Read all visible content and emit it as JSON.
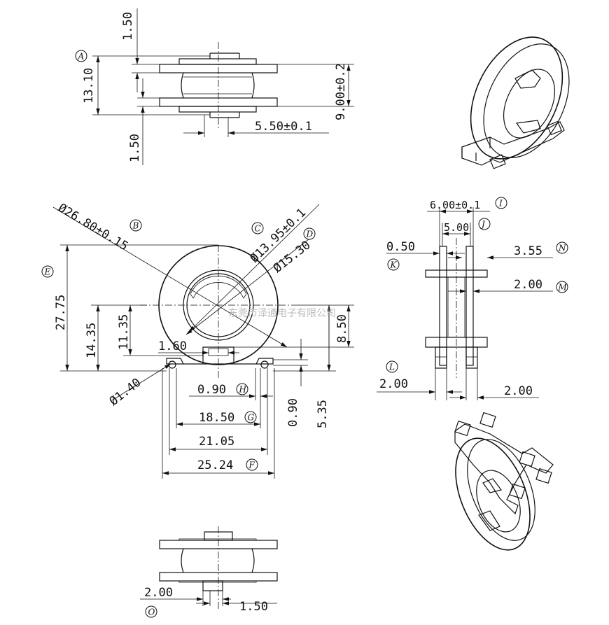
{
  "dimensions": {
    "top_view": {
      "d_1_50_top": "1.50",
      "d_13_10": "13.10",
      "d_1_50_bottom": "1.50",
      "d_9_00": "9.00±0.2",
      "d_5_50": "5.50±0.1"
    },
    "front_view": {
      "d_26_80": "Ø26.80±0.15",
      "d_13_95": "Ø13.95±0.1",
      "d_15_30": "Ø15.30",
      "d_27_75": "27.75",
      "d_14_35": "14.35",
      "d_11_35": "11.35",
      "d_1_60": "1.60",
      "d_8_50": "8.50",
      "d_1_40": "Ø1.40",
      "d_0_90_h": "0.90",
      "d_0_90_v": "0.90",
      "d_5_35": "5.35",
      "d_18_50": "18.50",
      "d_21_05": "21.05",
      "d_25_24": "25.24"
    },
    "side_view": {
      "d_6_00": "6.00±0.1",
      "d_5_00": "5.00",
      "d_0_50": "0.50",
      "d_3_55": "3.55",
      "d_2_00_m": "2.00",
      "d_2_00_left": "2.00",
      "d_2_00_right": "2.00"
    },
    "bottom_view": {
      "d_2_00": "2.00",
      "d_1_50": "1.50"
    }
  },
  "labels": {
    "A": "A",
    "B": "B",
    "C": "C",
    "D": "D",
    "E": "E",
    "F": "F",
    "G": "G",
    "H": "H",
    "I": "I",
    "J": "J",
    "K": "K",
    "L": "L",
    "M": "M",
    "N": "N",
    "O": "O"
  },
  "watermark": "东莞市泽通电子有限公司"
}
